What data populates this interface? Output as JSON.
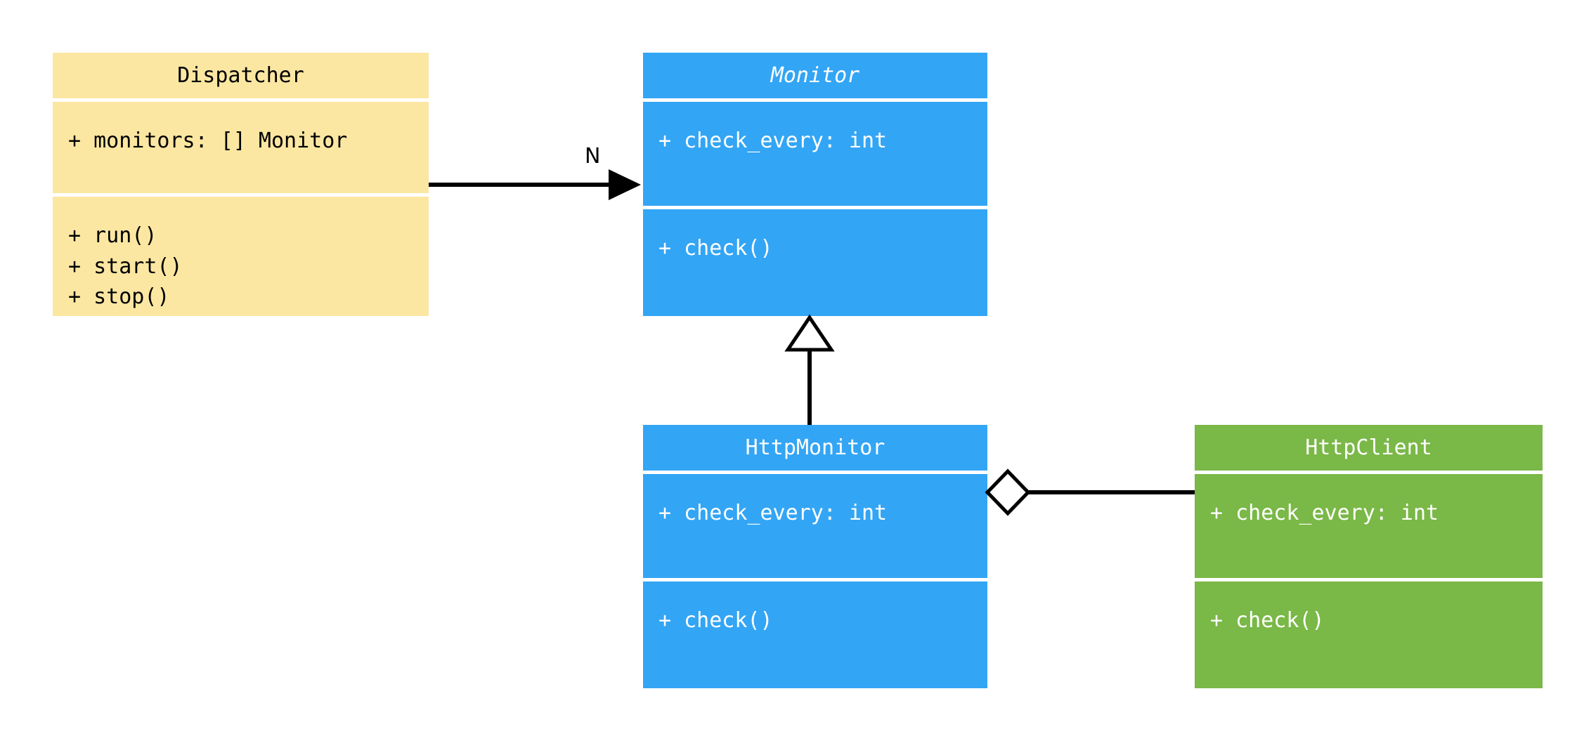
{
  "diagram": {
    "kind": "uml-class-diagram",
    "background_color": "#ffffff",
    "classes": [
      {
        "id": "dispatcher",
        "name": "Dispatcher",
        "abstract": false,
        "fill_color": "#fce7a2",
        "text_color": "#000000",
        "attributes": [
          "+ monitors: [] Monitor"
        ],
        "methods": [
          "+ run()",
          "+ start()",
          "+ stop()"
        ]
      },
      {
        "id": "monitor",
        "name": "Monitor",
        "abstract": true,
        "fill_color": "#33a5f5",
        "text_color": "#ffffff",
        "attributes": [
          "+ check_every: int"
        ],
        "methods": [
          "+ check()"
        ]
      },
      {
        "id": "httpmonitor",
        "name": "HttpMonitor",
        "abstract": false,
        "fill_color": "#33a5f5",
        "text_color": "#ffffff",
        "attributes": [
          "+ check_every: int"
        ],
        "methods": [
          "+ check()"
        ]
      },
      {
        "id": "httpclient",
        "name": "HttpClient",
        "abstract": false,
        "fill_color": "#7ab847",
        "text_color": "#ffffff",
        "attributes": [
          "+ check_every: int"
        ],
        "methods": [
          "+ check()"
        ]
      }
    ],
    "relationships": [
      {
        "id": "dispatcher-to-monitor",
        "type": "association",
        "from": "Dispatcher",
        "to": "Monitor",
        "arrow_head": "filled-triangle",
        "label": "N",
        "line_color": "#000000"
      },
      {
        "id": "httpmonitor-to-monitor",
        "type": "generalization",
        "from": "HttpMonitor",
        "to": "Monitor",
        "arrow_head": "hollow-triangle",
        "label": "",
        "line_color": "#000000"
      },
      {
        "id": "httpmonitor-to-httpclient",
        "type": "aggregation",
        "from": "HttpMonitor",
        "to": "HttpClient",
        "arrow_head": "hollow-diamond",
        "label": "",
        "line_color": "#000000"
      }
    ]
  }
}
